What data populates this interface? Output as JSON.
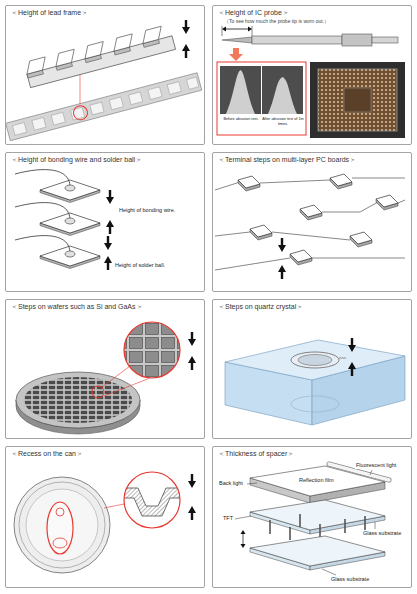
{
  "diagram": {
    "nodes": [
      {
        "text": [
          "＜Height of lead frame＞"
        ]
      },
      {
        "text": [
          "＜Height of IC probe＞",
          "（To see how much the probe tip is worn out.）"
        ]
      },
      {
        "text": [
          "＜Height of bonding wire and solder ball＞"
        ]
      },
      {
        "text": [
          "＜Terminal steps on multi-layer PC boards＞"
        ]
      },
      {
        "text": [
          "＜Steps on wafers such as Si and GaAs＞"
        ]
      },
      {
        "text": [
          "＜Steps on quartz crystal＞"
        ]
      },
      {
        "text": [
          "＜Recess on the can＞"
        ]
      },
      {
        "text": [
          "＜Thickness of spacer＞"
        ]
      }
    ],
    "labels": [
      "Height of bonding wire.",
      "Height of solder ball.",
      "Before abrasion test.",
      "After abrasion test of 1m times.",
      "Reflection film",
      "Fluorescent light",
      "Back light",
      "TFT",
      "Glass substrate",
      "Glass substrate"
    ]
  }
}
